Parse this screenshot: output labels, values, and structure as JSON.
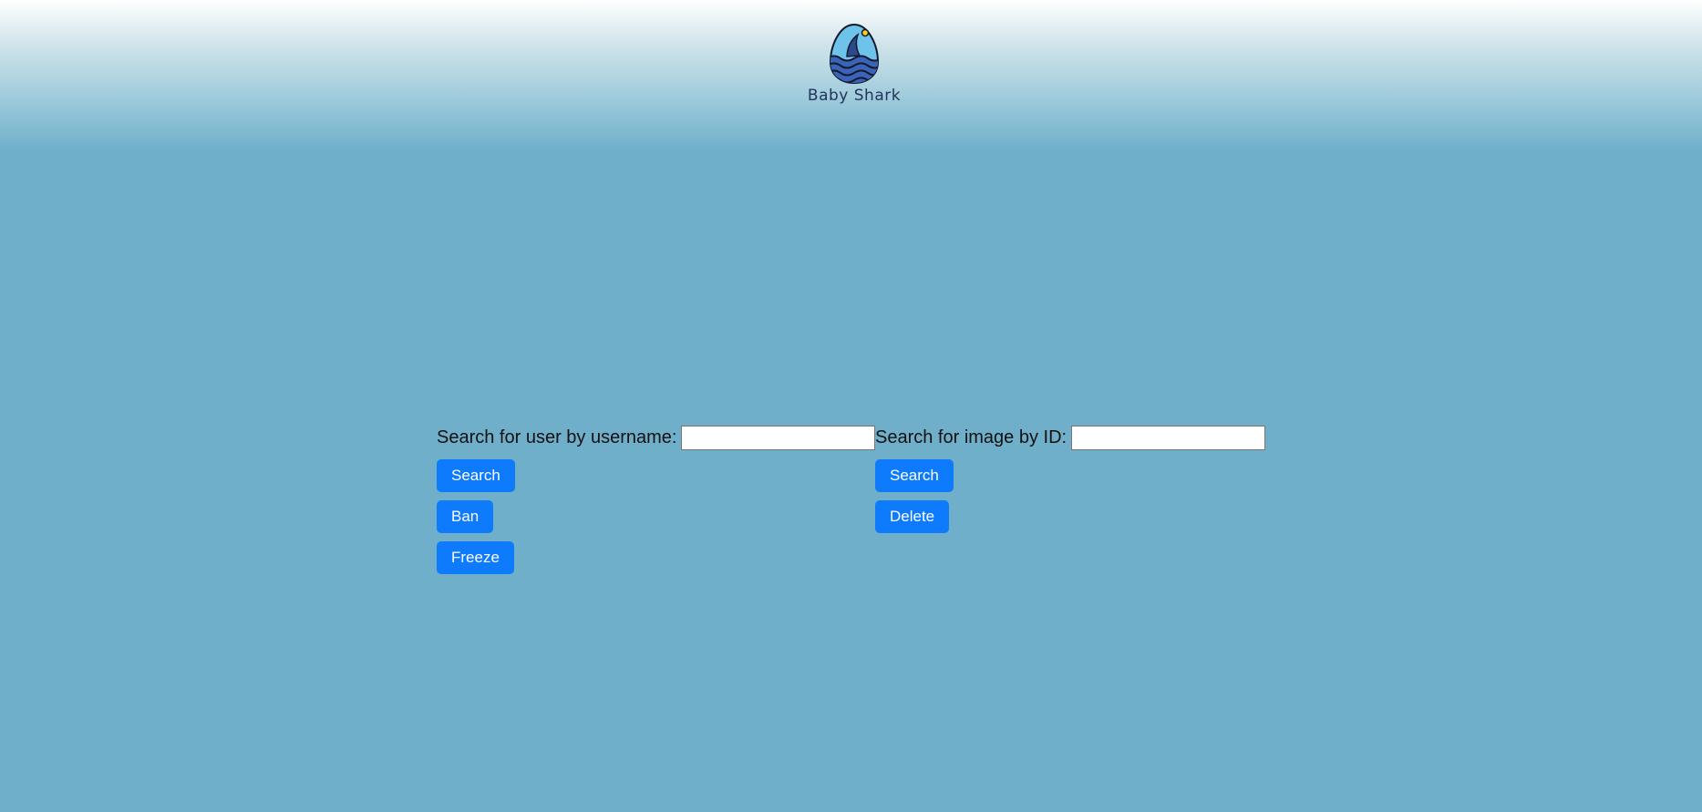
{
  "brand": {
    "name": "Baby Shark"
  },
  "user_panel": {
    "label": "Search for user by username:",
    "input_value": "",
    "search_label": "Search",
    "ban_label": "Ban",
    "freeze_label": "Freeze"
  },
  "image_panel": {
    "label": "Search for image by ID:",
    "input_value": "",
    "search_label": "Search",
    "delete_label": "Delete"
  },
  "colors": {
    "background": "#70afc9",
    "button": "#0d7bfc",
    "logo_dark": "#24345a"
  }
}
